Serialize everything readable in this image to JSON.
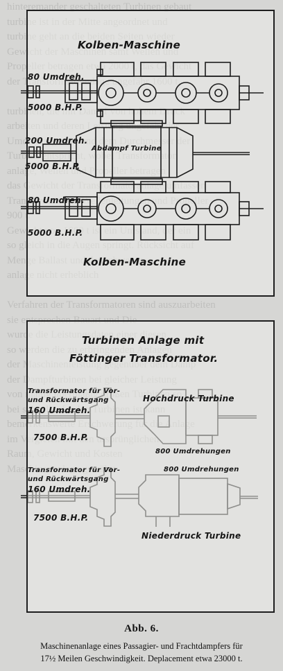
{
  "figure": {
    "number_label": "Abb. 6.",
    "caption_line1": "Maschinenanlage eines Passagier- und Frachtdampfers für",
    "caption_line2": "17½ Meilen Geschwindigkeit.  Deplacement etwa 23000 t."
  },
  "top_panel": {
    "heading": "Kolben-Maschine",
    "footer": "Kolben-Maschine",
    "shaft1_speed": "80 Umdreh.",
    "shaft1_power": "5000 B.H.P.",
    "shaft2_speed": "200 Umdreh.",
    "shaft2_power": "5000 B.H.P.",
    "shaft2_label": "Abdampf Turbine",
    "shaft3_speed": "80 Umdreh.",
    "shaft3_power": "5000 B.H.P."
  },
  "bottom_panel": {
    "heading_line1": "Turbinen Anlage mit",
    "heading_line2": "Föttinger Transformator.",
    "unit1_transformer_line1": "Transformator für Vor-",
    "unit1_transformer_line2": "und Rückwärtsgang",
    "unit1_speed": "160 Umdreh.",
    "unit1_power": "7500 B.H.P.",
    "unit1_turbine": "Hochdruck Turbine",
    "unit1_turbine_speed": "800 Umdrehungen",
    "unit2_transformer_line1": "Transformator für Vor-",
    "unit2_transformer_line2": "und Rückwärtsgang",
    "unit2_speed": "160 Umdreh.",
    "unit2_power": "7500 B.H.P.",
    "unit2_turbine": "Niederdruck Turbine",
    "unit2_turbine_speed": "800 Umdrehungen"
  }
}
